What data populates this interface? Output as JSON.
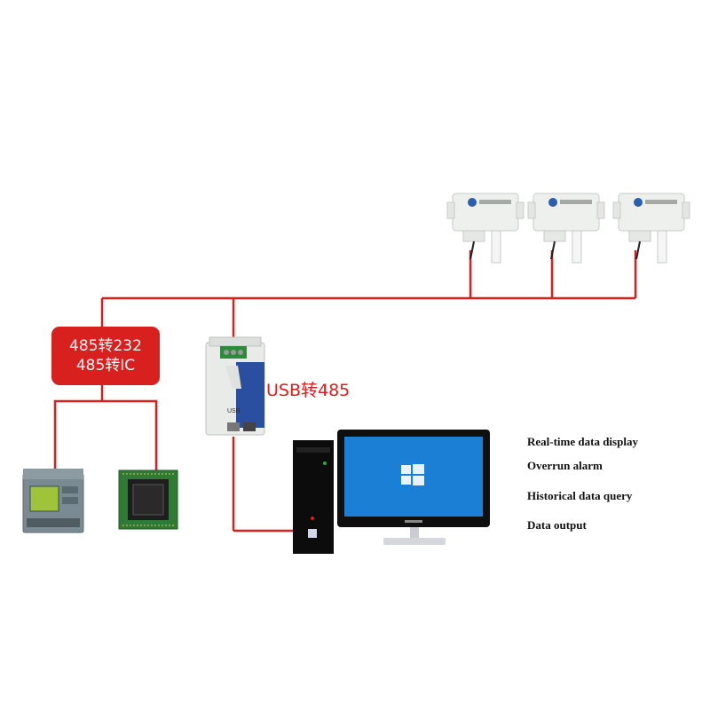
{
  "converter_232": {
    "line1": "485转232",
    "line2": "485转IC"
  },
  "usb_converter": {
    "label": "USB转485",
    "port_label": "USB"
  },
  "features": [
    "Real-time data display",
    "Overrun alarm",
    "Historical data query",
    "Data output"
  ],
  "colors": {
    "wire": "#d8201f",
    "box": "#d8201f",
    "screen": "#1c7fd6"
  },
  "icons": [
    "sensor-transmitter-icon",
    "usb-485-converter-icon",
    "plc-controller-icon",
    "circuit-board-icon",
    "desktop-computer-icon",
    "monitor-icon"
  ]
}
